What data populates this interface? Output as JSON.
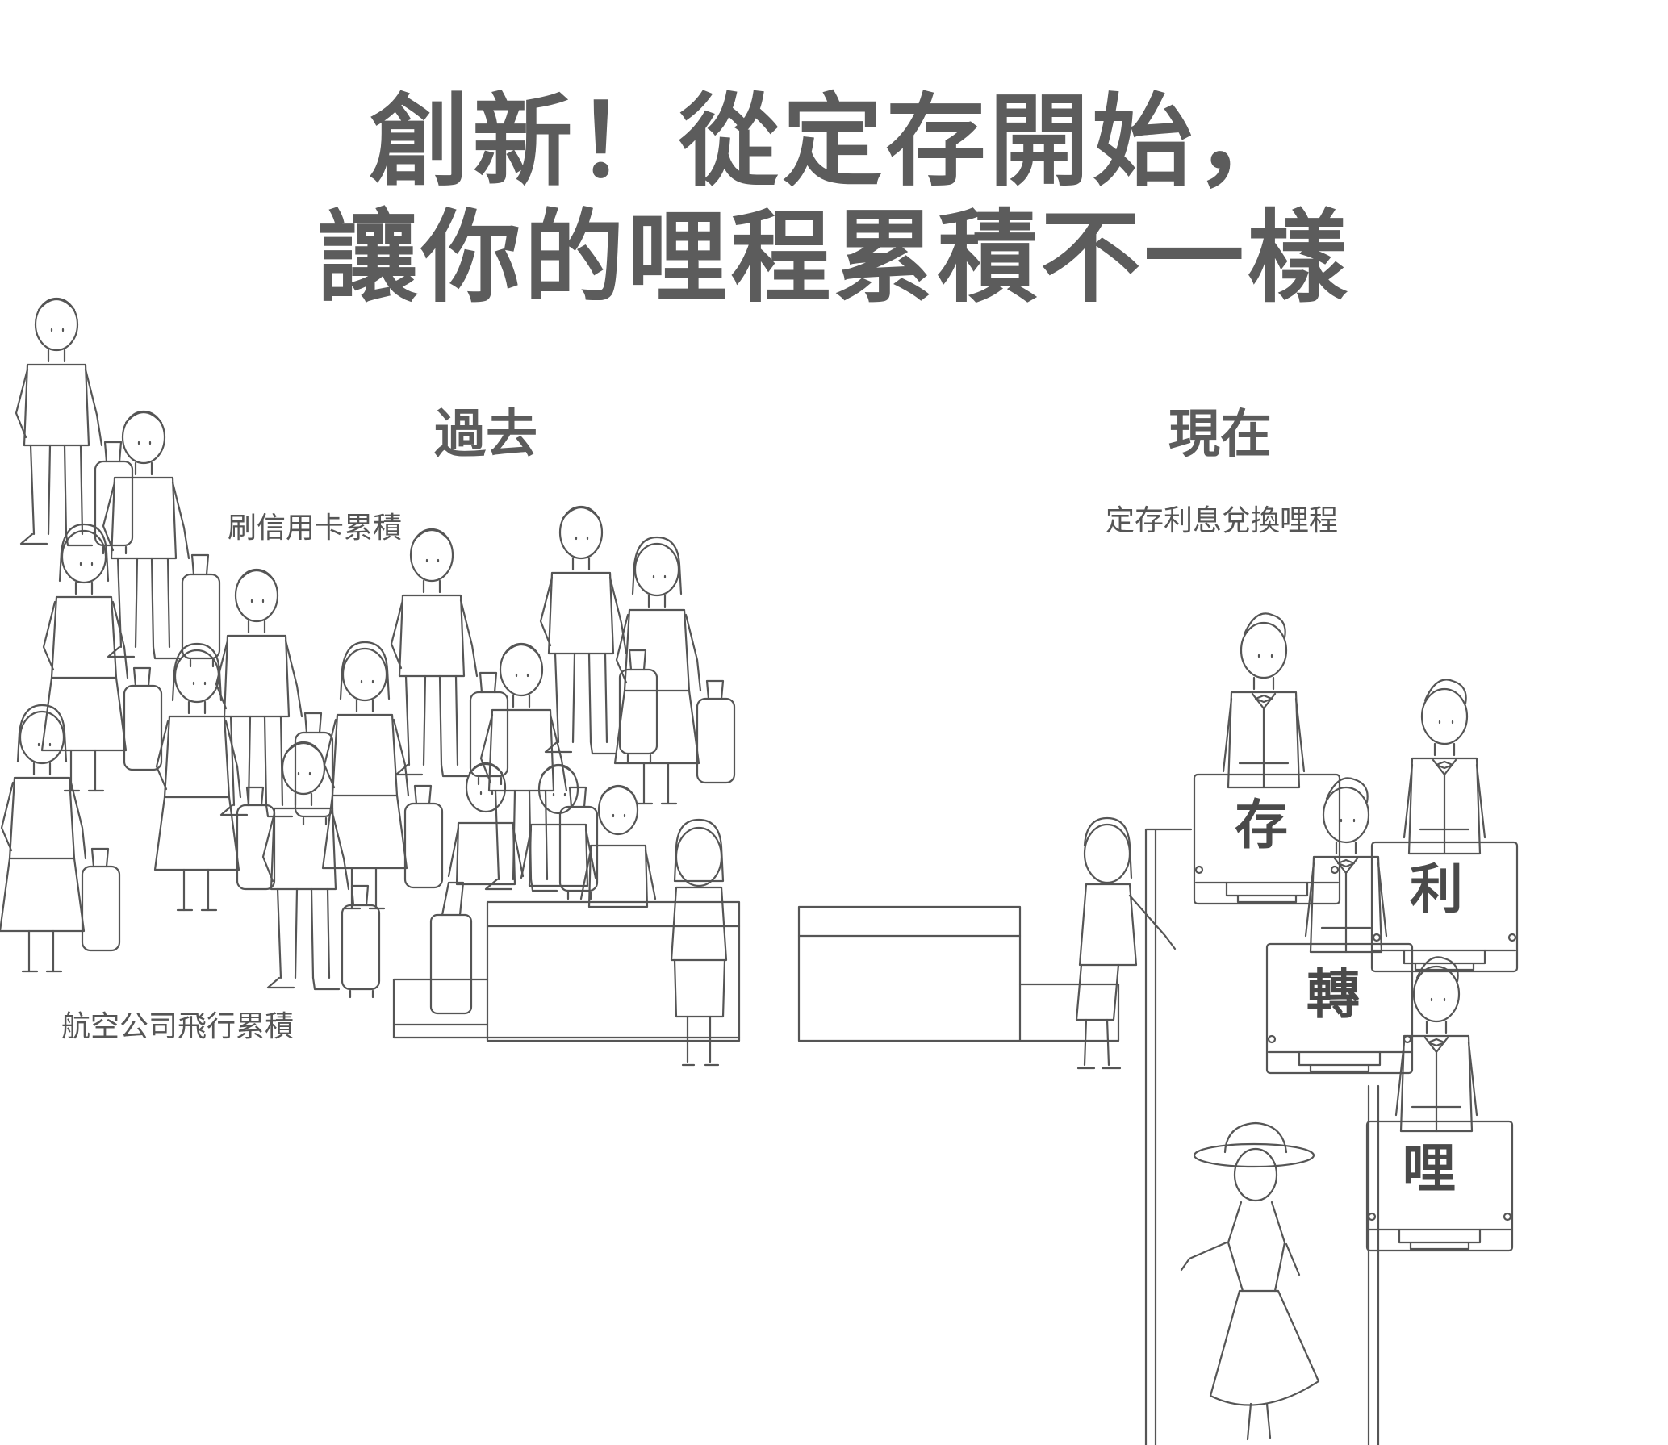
{
  "title": {
    "line1": "創新！從定存開始，",
    "line2": "讓你的哩程累積不一樣"
  },
  "past": {
    "heading": "過去",
    "caption_credit": "刷信用卡累積",
    "caption_airline": "航空公司飛行累積"
  },
  "now": {
    "heading": "現在",
    "caption": "定存利息兌換哩程",
    "signs": [
      "存",
      "利",
      "轉",
      "哩"
    ]
  }
}
